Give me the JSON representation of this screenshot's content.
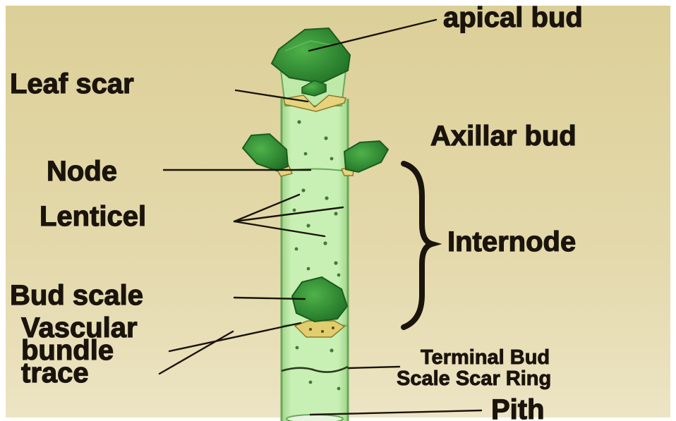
{
  "labels": {
    "apical_bud": "apical bud",
    "leaf_scar": "Leaf scar",
    "axillar_bud": "Axillar bud",
    "node": "Node",
    "lenticel": "Lenticel",
    "internode": "Internode",
    "bud_scale": "Bud scale",
    "vascular_bundle_trace": [
      "Vascular",
      "bundle",
      "trace"
    ],
    "terminal_bud_scale_scar_ring": [
      "Terminal Bud",
      "Scale Scar Ring"
    ],
    "pith": "Pith"
  },
  "colors": {
    "background": "#dfd29e",
    "stem_fill": "#c4efb0",
    "stem_edge": "#7fb86c",
    "bud_green": "#3a9a3c",
    "bud_dark": "#1f6e25",
    "scar_yellow": "#e8d680",
    "text": "#1b140c"
  }
}
